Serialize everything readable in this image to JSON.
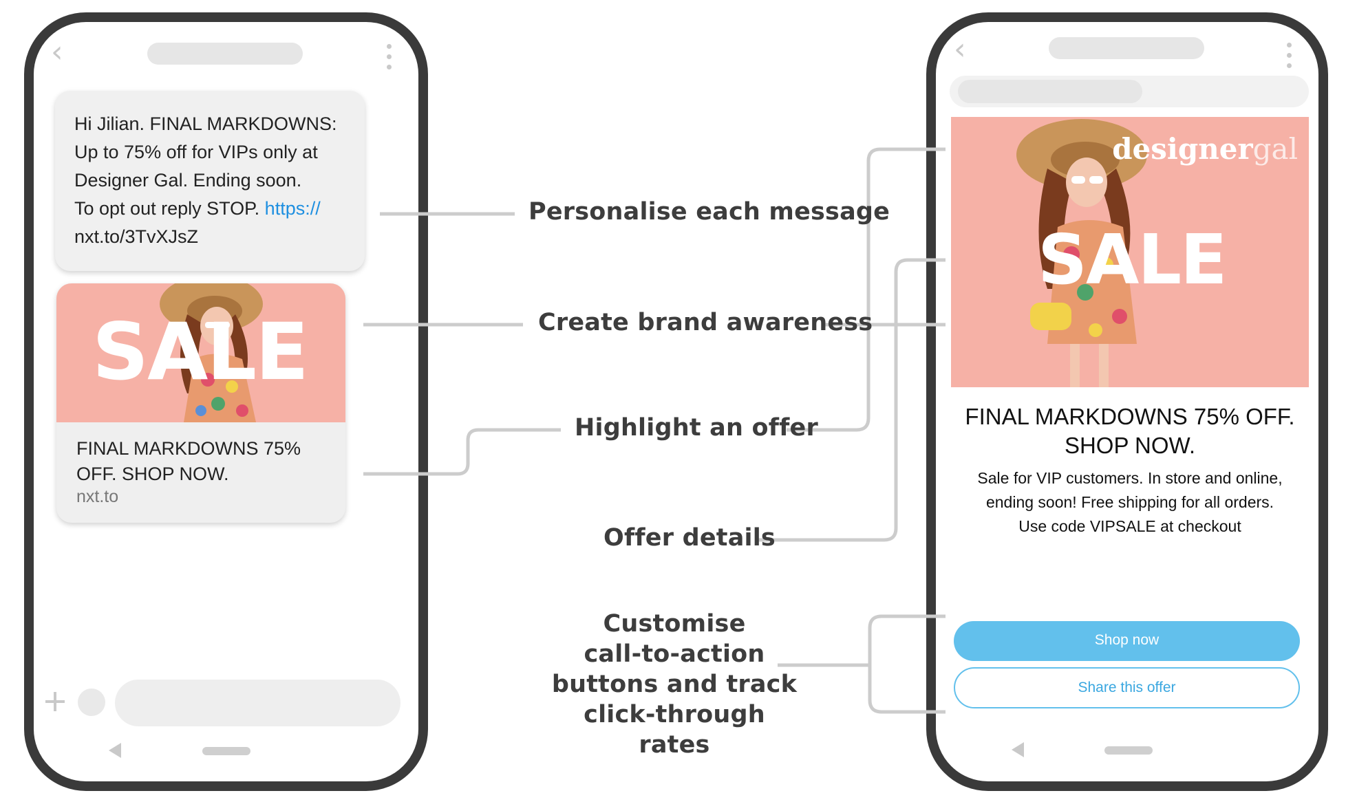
{
  "sms": {
    "lines": [
      "Hi Jilian. FINAL MARKDOWNS:",
      "Up to 75% off for VIPs only at",
      "Designer Gal. Ending soon."
    ],
    "optout": "To opt out reply STOP.",
    "link_part1": "https://",
    "link_part2": "nxt.to/3TvXJsZ"
  },
  "rich_card_left": {
    "image_text": "SALE",
    "title": "FINAL MARKDOWNS 75% OFF. SHOP NOW.",
    "domain": "nxt.to"
  },
  "rich_card_right": {
    "brand_bold": "designer",
    "brand_light": "gal",
    "image_text": "SALE",
    "title_line1": "FINAL MARKDOWNS 75% OFF.",
    "title_line2": "SHOP NOW.",
    "body_line1": "Sale for VIP customers. In store and online,",
    "body_line2": "ending soon! Free shipping for all orders.",
    "body_line3": "Use code VIPSALE at checkout",
    "button_primary": "Shop now",
    "button_secondary": "Share this offer"
  },
  "annotations": {
    "personalise": "Personalise each message",
    "brand": "Create brand awareness",
    "offer": "Highlight an offer",
    "details": "Offer details",
    "cta_line1": "Customise",
    "cta_line2": "call-to-action",
    "cta_line3": "buttons and track",
    "cta_line4": "click-through rates"
  },
  "colors": {
    "phone_frame": "#3a3a3a",
    "card_background": "#f6b1a6",
    "link": "#1e8fe0",
    "button_primary": "#62c0ec",
    "connector": "#cccccc",
    "label_text": "#3d3d3d"
  },
  "icons": [
    "back-chevron-icon",
    "more-vertical-icon",
    "plus-icon",
    "nav-back-triangle-icon"
  ]
}
